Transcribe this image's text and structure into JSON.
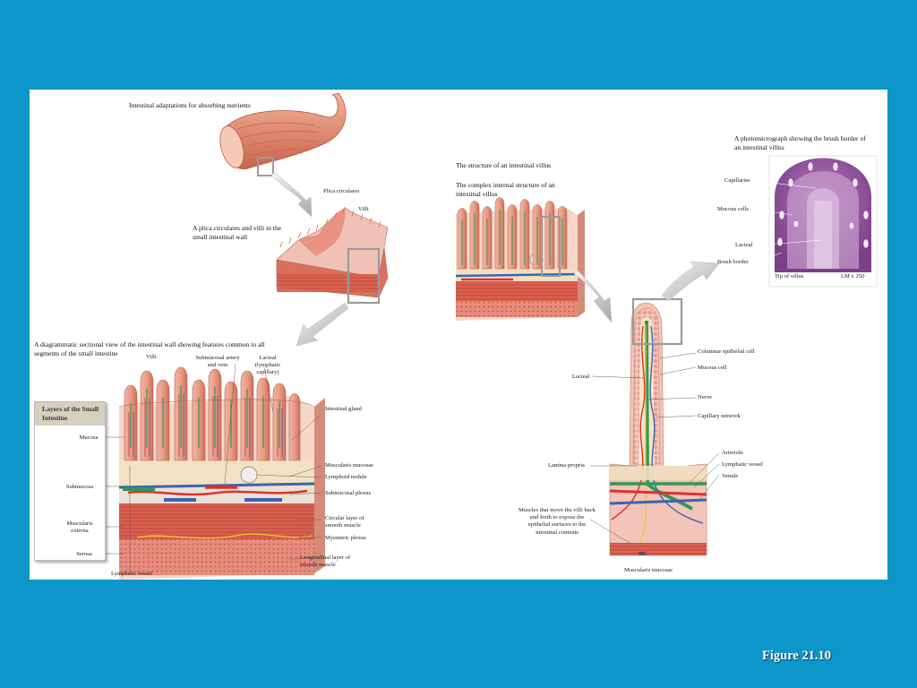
{
  "diagram": {
    "figure_caption": "Figure 21.10",
    "titles": {
      "adaptations": "Intestinal adaptations for absorbing nutrients",
      "plica_villi": "A plica circulares and villi in the small intestinal wall",
      "sectional_view": "A diagrammatic sectional view of the intestinal wall showing features common to all segments of the small intestine",
      "villus_structure": "The structure of an intestinal villus",
      "complex_structure": "The complex internal structure of an intestinal villus",
      "photomicrograph": "A photomicrograph showing the brush border of an intestinal villus"
    },
    "layers_box": {
      "title": "Layers of the Small Intestine",
      "items": [
        "Mucosa",
        "Submucosa",
        "Muscularis externa",
        "Serosa"
      ]
    },
    "labels": {
      "plica_circulares": "Plica circulares",
      "villi_top": "Villi",
      "villi_section": "Villi",
      "submucosal_artery_vein": "Submucosal artery and vein",
      "lacteal_lymphatic": "Lacteal (lymphatic capillary)",
      "intestinal_gland": "Intestinal gland",
      "muscularis_mucosae": "Muscularis mucosae",
      "lymphoid_nodule": "Lymphoid nodule",
      "submucosal_plexus": "Submucosal plexus",
      "circular_layer": "Circular layer of smooth muscle",
      "myenteric_plexus": "Myenteric plexus",
      "longitudinal_layer": "Longitudinal layer of smooth muscle",
      "lymphatic_vessel_bottom": "Lymphatic vessel",
      "lacteal_villus": "Lacteal",
      "columnar_epithelial": "Columnar epithelial cell",
      "mucous_cell": "Mucous cell",
      "nerve": "Nerve",
      "capillary_network": "Capillary network",
      "arteriole": "Arteriole",
      "lymphatic_vessel_villus": "Lymphatic vessel",
      "venule": "Venule",
      "lamina_propria": "Lamina propria",
      "muscles_move_villi": "Muscles that move the villi back and forth to expose the epithelial surfaces to the intestinal contents",
      "muscularis_mucosae_villus": "Muscularis mucosae",
      "capillaries": "Capillaries",
      "mucous_cells": "Mucous cells",
      "lacteal_photo": "Lacteal",
      "brush_border": "Brush border",
      "tip_of_villus": "Tip of villus",
      "magnification": "LM x 250"
    },
    "colors": {
      "background": "#0d96c9",
      "panel": "#ffffff",
      "tissue": "#e8a98f",
      "muscle": "#d8574b",
      "artery": "#d8342b",
      "vein": "#3a64b4",
      "lymph": "#2f9a55",
      "nerve": "#e7c534",
      "micrograph": "#9c5aa6"
    }
  }
}
